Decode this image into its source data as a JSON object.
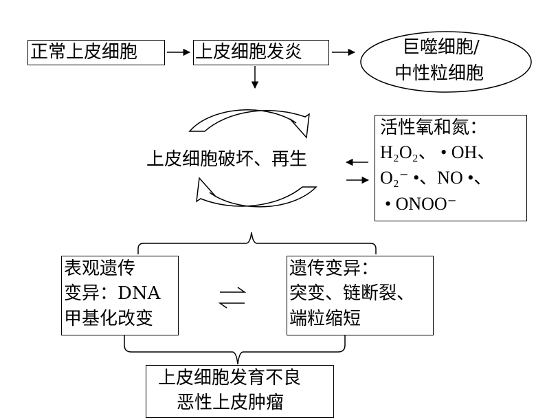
{
  "nodes": {
    "normal_epithelium": "正常上皮细胞",
    "epithelial_inflammation": "上皮细胞发炎",
    "immune_cells_line1": "巨噬细胞/",
    "immune_cells_line2": "中性粒细胞",
    "damage_regeneration": "上皮细胞破坏、再生",
    "ros_rns_title": "活性氧和氮：",
    "ros_line2": "H₂O₂、 • OH、",
    "ros_line3": "O₂⁻ •、NO •、",
    "ros_line4": "• ONOO⁻",
    "epigenetic_line1": "表观遗传",
    "epigenetic_line2": "变异：DNA",
    "epigenetic_line3": "甲基化改变",
    "genetic_line1": "遗传变异：",
    "genetic_line2": "突变、链断裂、",
    "genetic_line3": "端粒缩短",
    "outcome_line1": "上皮细胞发育不良",
    "outcome_line2": "恶性上皮肿瘤"
  }
}
